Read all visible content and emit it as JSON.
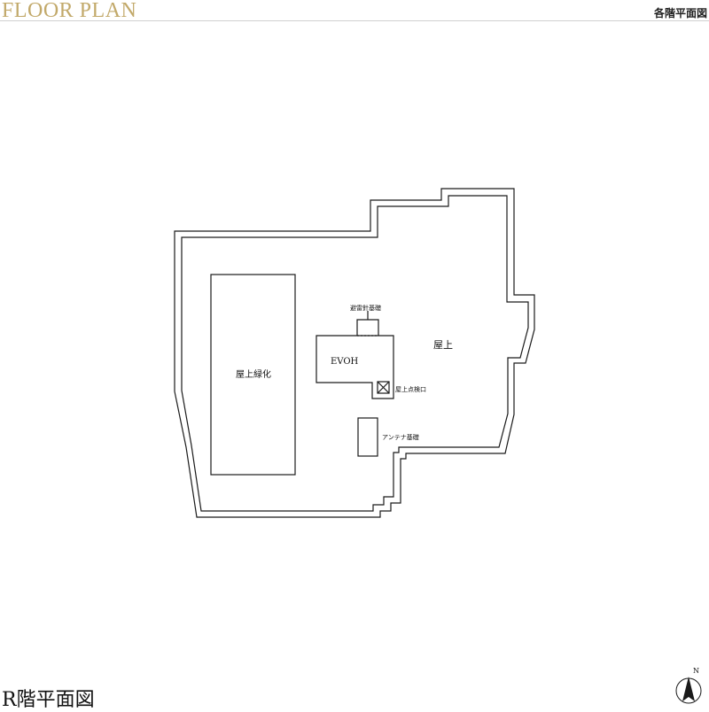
{
  "header": {
    "title": "FLOOR PLAN",
    "section": "各階平面図"
  },
  "colors": {
    "accent": "#c2a96a",
    "line": "#1a1a1a"
  },
  "plan": {
    "labels": {
      "rooftop": "屋上",
      "rooftop_greening": "屋上緑化",
      "evoh": "EVOH",
      "lightning_rod_base": "避雷針基礎",
      "rooftop_hatch": "屋上点検口",
      "antenna_base": "アンテナ基礎"
    }
  },
  "compass": {
    "north": "N"
  },
  "floor_label": "R階平面図"
}
